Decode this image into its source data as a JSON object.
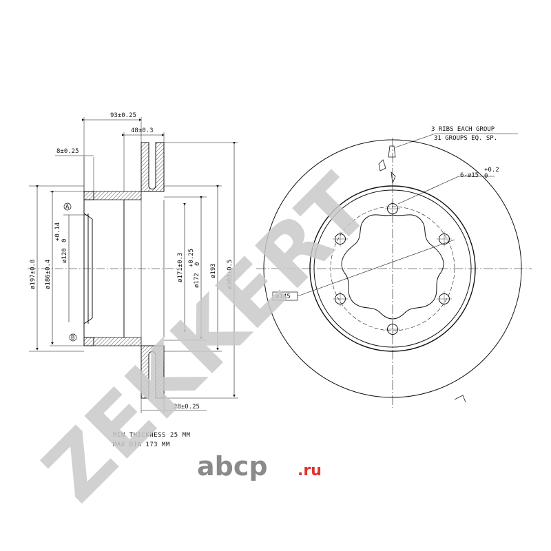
{
  "side_view_dimensions": {
    "overall_width": "93±0.25",
    "hat_width": "48±0.3",
    "flange_thickness": "8±0.25",
    "disc_thickness": "28±0.25",
    "dia_197": "ø197±0.8",
    "dia_186": "ø186±0.4",
    "dia_120": "ø120",
    "dia_120_tol_upper": "+0.14",
    "dia_120_tol_lower": "0",
    "dia_171": "ø171±0.3",
    "dia_172": "ø172",
    "dia_172_tol_upper": "+0.25",
    "dia_172_tol_lower": "0",
    "dia_193": "ø193",
    "dia_303": "ø303±0.5",
    "datum_a": "A",
    "datum_b": "B"
  },
  "front_view_dimensions": {
    "ribs_line1": "3 RIBS EACH GROUP",
    "ribs_line2": "31 GROUPS EQ. SP.",
    "bolt_holes": "6-ø15",
    "bolt_holes_tol_upper": "+0.2",
    "bolt_holes_tol_lower": "0",
    "pcd": "ø145"
  },
  "notes": {
    "min_thickness": "MIN THICKNESS 25 MM",
    "max_dia": "MAX DIA 173 MM"
  },
  "watermarks": {
    "brand": "ZEKKERT",
    "shop": "abcp",
    "shop_tld": ".ru"
  }
}
